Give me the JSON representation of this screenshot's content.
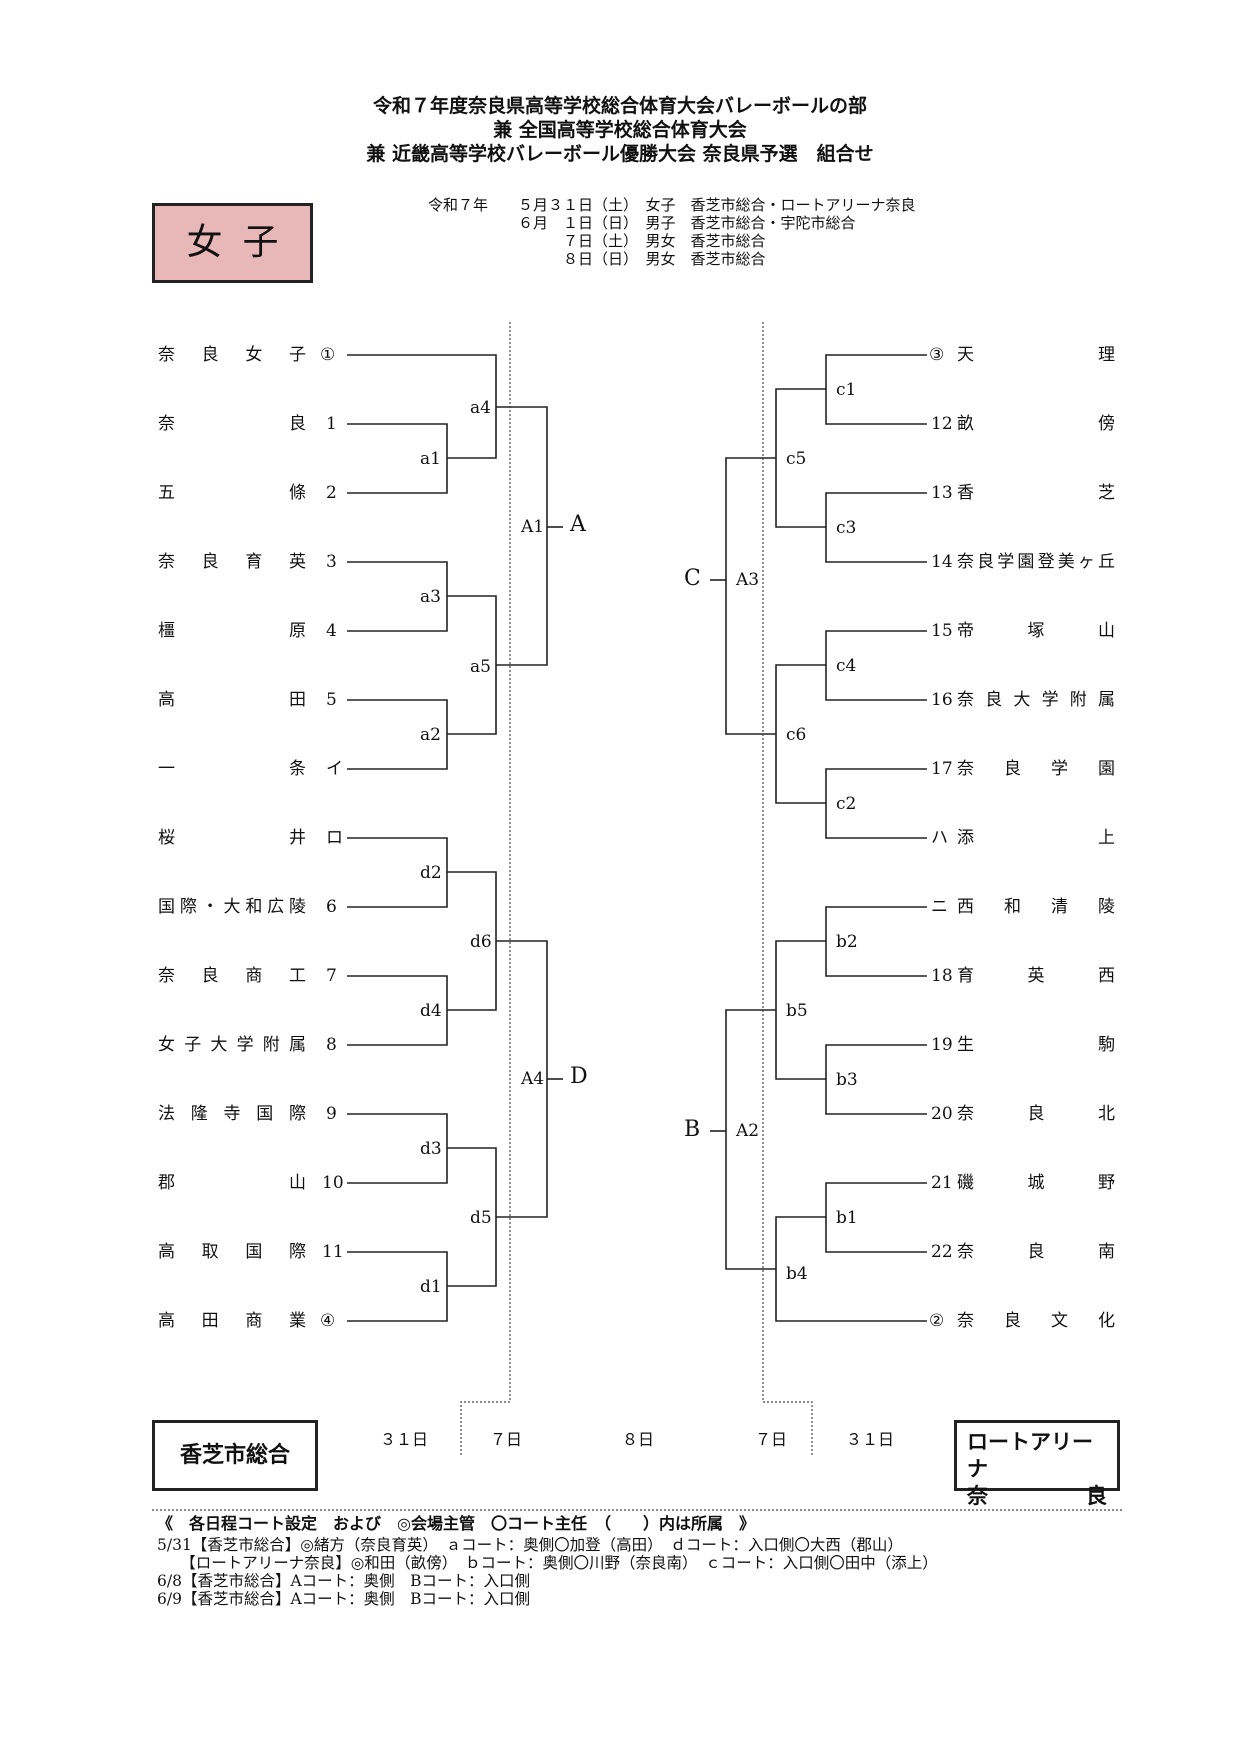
{
  "header": {
    "line1": "令和７年度奈良県高等学校総合体育大会バレーボールの部",
    "line2": "兼 全国高等学校総合体育大会",
    "line3": "兼 近畿高等学校バレーボール優勝大会 奈良県予選　組合せ"
  },
  "schedule": [
    "令和７年　　５月３１日（土）　女子　香芝市総合・ロートアリーナ奈良",
    "　　　　　　６月　１日（日）　男子　香芝市総合・宇陀市総合",
    "　　　　　　　　　７日（土）　男女　香芝市総合",
    "　　　　　　　　　８日（日）　男女　香芝市総合"
  ],
  "division": "女子",
  "left_teams": [
    {
      "name": "奈良女子",
      "seed": "①"
    },
    {
      "name": "奈良",
      "seed": "1"
    },
    {
      "name": "五條",
      "seed": "2"
    },
    {
      "name": "奈良育英",
      "seed": "3"
    },
    {
      "name": "橿原",
      "seed": "4"
    },
    {
      "name": "高田",
      "seed": "5"
    },
    {
      "name": "一条",
      "seed": "イ"
    },
    {
      "name": "桜井",
      "seed": "ロ"
    },
    {
      "name": "国際・大和広陵",
      "seed": "6"
    },
    {
      "name": "奈良商工",
      "seed": "7"
    },
    {
      "name": "女子大学附属",
      "seed": "8"
    },
    {
      "name": "法隆寺国際",
      "seed": "9"
    },
    {
      "name": "郡山",
      "seed": "10"
    },
    {
      "name": "高取国際",
      "seed": "11"
    },
    {
      "name": "高田商業",
      "seed": "④"
    }
  ],
  "right_teams": [
    {
      "name": "天理",
      "seed": "③"
    },
    {
      "name": "畝傍",
      "seed": "12"
    },
    {
      "name": "香芝",
      "seed": "13"
    },
    {
      "name": "奈良学園登美ヶ丘",
      "seed": "14"
    },
    {
      "name": "帝塚山",
      "seed": "15"
    },
    {
      "name": "奈良大学附属",
      "seed": "16"
    },
    {
      "name": "奈良学園",
      "seed": "17"
    },
    {
      "name": "添上",
      "seed": "ハ"
    },
    {
      "name": "西和清陵",
      "seed": "ニ"
    },
    {
      "name": "育英西",
      "seed": "18"
    },
    {
      "name": "生駒",
      "seed": "19"
    },
    {
      "name": "奈良北",
      "seed": "20"
    },
    {
      "name": "磯城野",
      "seed": "21"
    },
    {
      "name": "奈良南",
      "seed": "22"
    },
    {
      "name": "奈良文化",
      "seed": "②"
    }
  ],
  "match_labels": {
    "a1": "a1",
    "a2": "a2",
    "a3": "a3",
    "a4": "a4",
    "a5": "a5",
    "d1": "d1",
    "d2": "d2",
    "d3": "d3",
    "d4": "d4",
    "d5": "d5",
    "d6": "d6",
    "c1": "c1",
    "c2": "c2",
    "c3": "c3",
    "c4": "c4",
    "c5": "c5",
    "c6": "c6",
    "b1": "b1",
    "b2": "b2",
    "b3": "b3",
    "b4": "b4",
    "b5": "b5",
    "A1": "A1",
    "A2": "A2",
    "A3": "A3",
    "A4": "A4"
  },
  "block_letters": {
    "A": "A",
    "D": "D",
    "C": "C",
    "B": "B"
  },
  "days": [
    "３１日",
    "７日",
    "８日",
    "７日",
    "３１日"
  ],
  "venue_left": "香芝市総合",
  "venue_right_line1": "ロートアリーナ",
  "venue_right_line2a": "奈",
  "venue_right_line2b": "良",
  "notes": [
    "《　各日程コート設定　および　◎会場主管　〇コート主任　（　　）内は所属　》",
    "5/31【香芝市総合】◎緒方（奈良育英）　ａコート：奥側〇加登（高田）　ｄコート：入口側〇大西（郡山）",
    "　　【ロートアリーナ奈良】◎和田（畝傍）　ｂコート：奥側〇川野（奈良南）　ｃコート：入口側〇田中（添上）",
    "6/8【香芝市総合】Aコート：奥側　Bコート：入口側",
    "6/9【香芝市総合】Aコート：奥側　Bコート：入口側"
  ]
}
